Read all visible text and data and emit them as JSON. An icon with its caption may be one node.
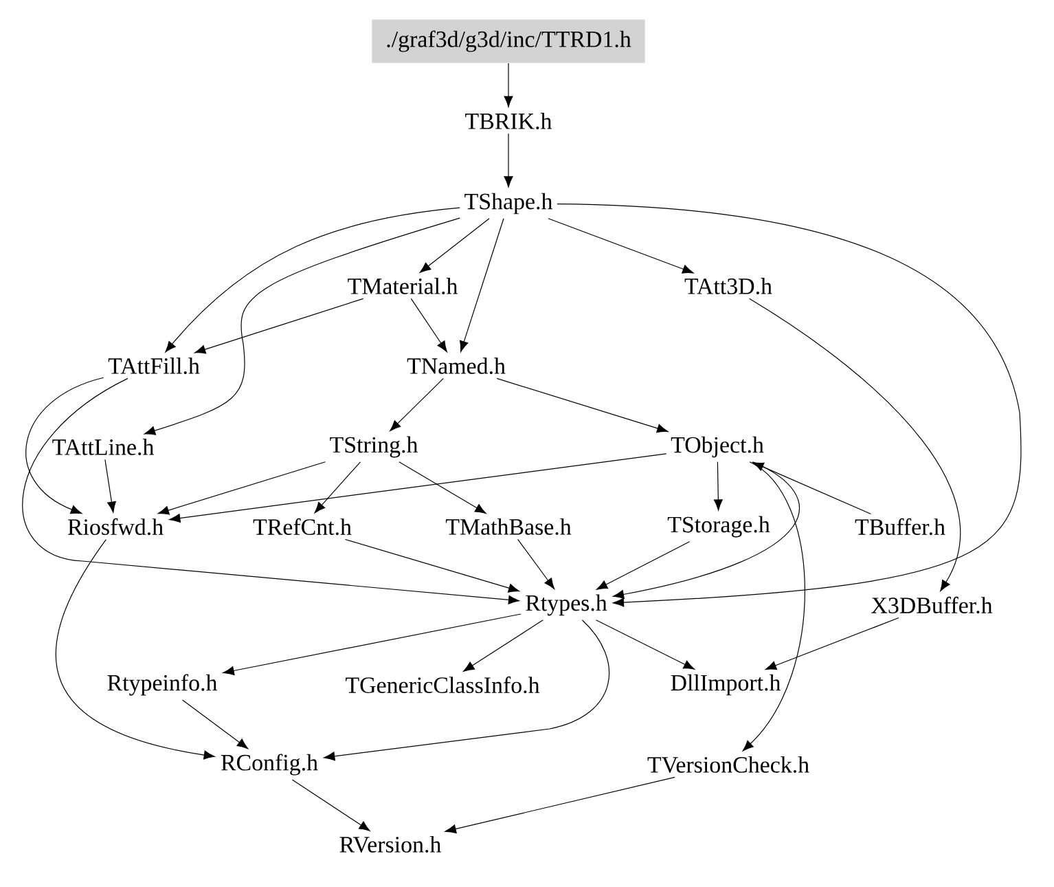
{
  "diagram": {
    "nodes": [
      {
        "text": [
          "./graf3d/g3d/inc/TTRD1.h"
        ]
      },
      {
        "text": [
          "TBRIK.h"
        ]
      },
      {
        "text": [
          "TShape.h"
        ]
      },
      {
        "text": [
          "TMaterial.h"
        ]
      },
      {
        "text": [
          "TAtt3D.h"
        ]
      },
      {
        "text": [
          "TAttFill.h"
        ]
      },
      {
        "text": [
          "TNamed.h"
        ]
      },
      {
        "text": [
          "TAttLine.h"
        ]
      },
      {
        "text": [
          "TString.h"
        ]
      },
      {
        "text": [
          "TObject.h"
        ]
      },
      {
        "text": [
          "Riosfwd.h"
        ]
      },
      {
        "text": [
          "TRefCnt.h"
        ]
      },
      {
        "text": [
          "TMathBase.h"
        ]
      },
      {
        "text": [
          "TStorage.h"
        ]
      },
      {
        "text": [
          "TBuffer.h"
        ]
      },
      {
        "text": [
          "Rtypes.h"
        ]
      },
      {
        "text": [
          "X3DBuffer.h"
        ]
      },
      {
        "text": [
          "Rtypeinfo.h"
        ]
      },
      {
        "text": [
          "TGenericClassInfo.h"
        ]
      },
      {
        "text": [
          "DllImport.h"
        ]
      },
      {
        "text": [
          "RConfig.h"
        ]
      },
      {
        "text": [
          "TVersionCheck.h"
        ]
      },
      {
        "text": [
          "RVersion.h"
        ]
      }
    ],
    "edges": [
      {
        "from": 0,
        "to": 1,
        "arrow": "to"
      },
      {
        "from": 1,
        "to": 2,
        "arrow": "to"
      },
      {
        "from": 2,
        "to": 3,
        "arrow": "to"
      },
      {
        "from": 2,
        "to": 4,
        "arrow": "to"
      },
      {
        "from": 2,
        "to": 5,
        "arrow": "to"
      },
      {
        "from": 2,
        "to": 6,
        "arrow": "to"
      },
      {
        "from": 2,
        "to": 7,
        "arrow": "to"
      },
      {
        "from": 2,
        "to": 15,
        "arrow": "to"
      },
      {
        "from": 3,
        "to": 5,
        "arrow": "to"
      },
      {
        "from": 3,
        "to": 6,
        "arrow": "to"
      },
      {
        "from": 4,
        "to": 16,
        "arrow": "to"
      },
      {
        "from": 5,
        "to": 10,
        "arrow": "to"
      },
      {
        "from": 5,
        "to": 15,
        "arrow": "to"
      },
      {
        "from": 6,
        "to": 8,
        "arrow": "to"
      },
      {
        "from": 6,
        "to": 9,
        "arrow": "to"
      },
      {
        "from": 7,
        "to": 10,
        "arrow": "to"
      },
      {
        "from": 8,
        "to": 10,
        "arrow": "to"
      },
      {
        "from": 8,
        "to": 11,
        "arrow": "to"
      },
      {
        "from": 8,
        "to": 12,
        "arrow": "to"
      },
      {
        "from": 9,
        "to": 10,
        "arrow": "to"
      },
      {
        "from": 9,
        "to": 13,
        "arrow": "to"
      },
      {
        "from": 9,
        "to": 15,
        "arrow": "to"
      },
      {
        "from": 9,
        "to": 21,
        "arrow": "to"
      },
      {
        "from": 14,
        "to": 9,
        "arrow": "to"
      },
      {
        "from": 11,
        "to": 15,
        "arrow": "to"
      },
      {
        "from": 12,
        "to": 15,
        "arrow": "to"
      },
      {
        "from": 13,
        "to": 15,
        "arrow": "to"
      },
      {
        "from": 10,
        "to": 20,
        "arrow": "to"
      },
      {
        "from": 15,
        "to": 17,
        "arrow": "to"
      },
      {
        "from": 15,
        "to": 18,
        "arrow": "to"
      },
      {
        "from": 15,
        "to": 19,
        "arrow": "to"
      },
      {
        "from": 15,
        "to": 20,
        "arrow": "to"
      },
      {
        "from": 16,
        "to": 19,
        "arrow": "to"
      },
      {
        "from": 17,
        "to": 20,
        "arrow": "to"
      },
      {
        "from": 20,
        "to": 22,
        "arrow": "to"
      },
      {
        "from": 21,
        "to": 22,
        "arrow": "to"
      }
    ]
  }
}
